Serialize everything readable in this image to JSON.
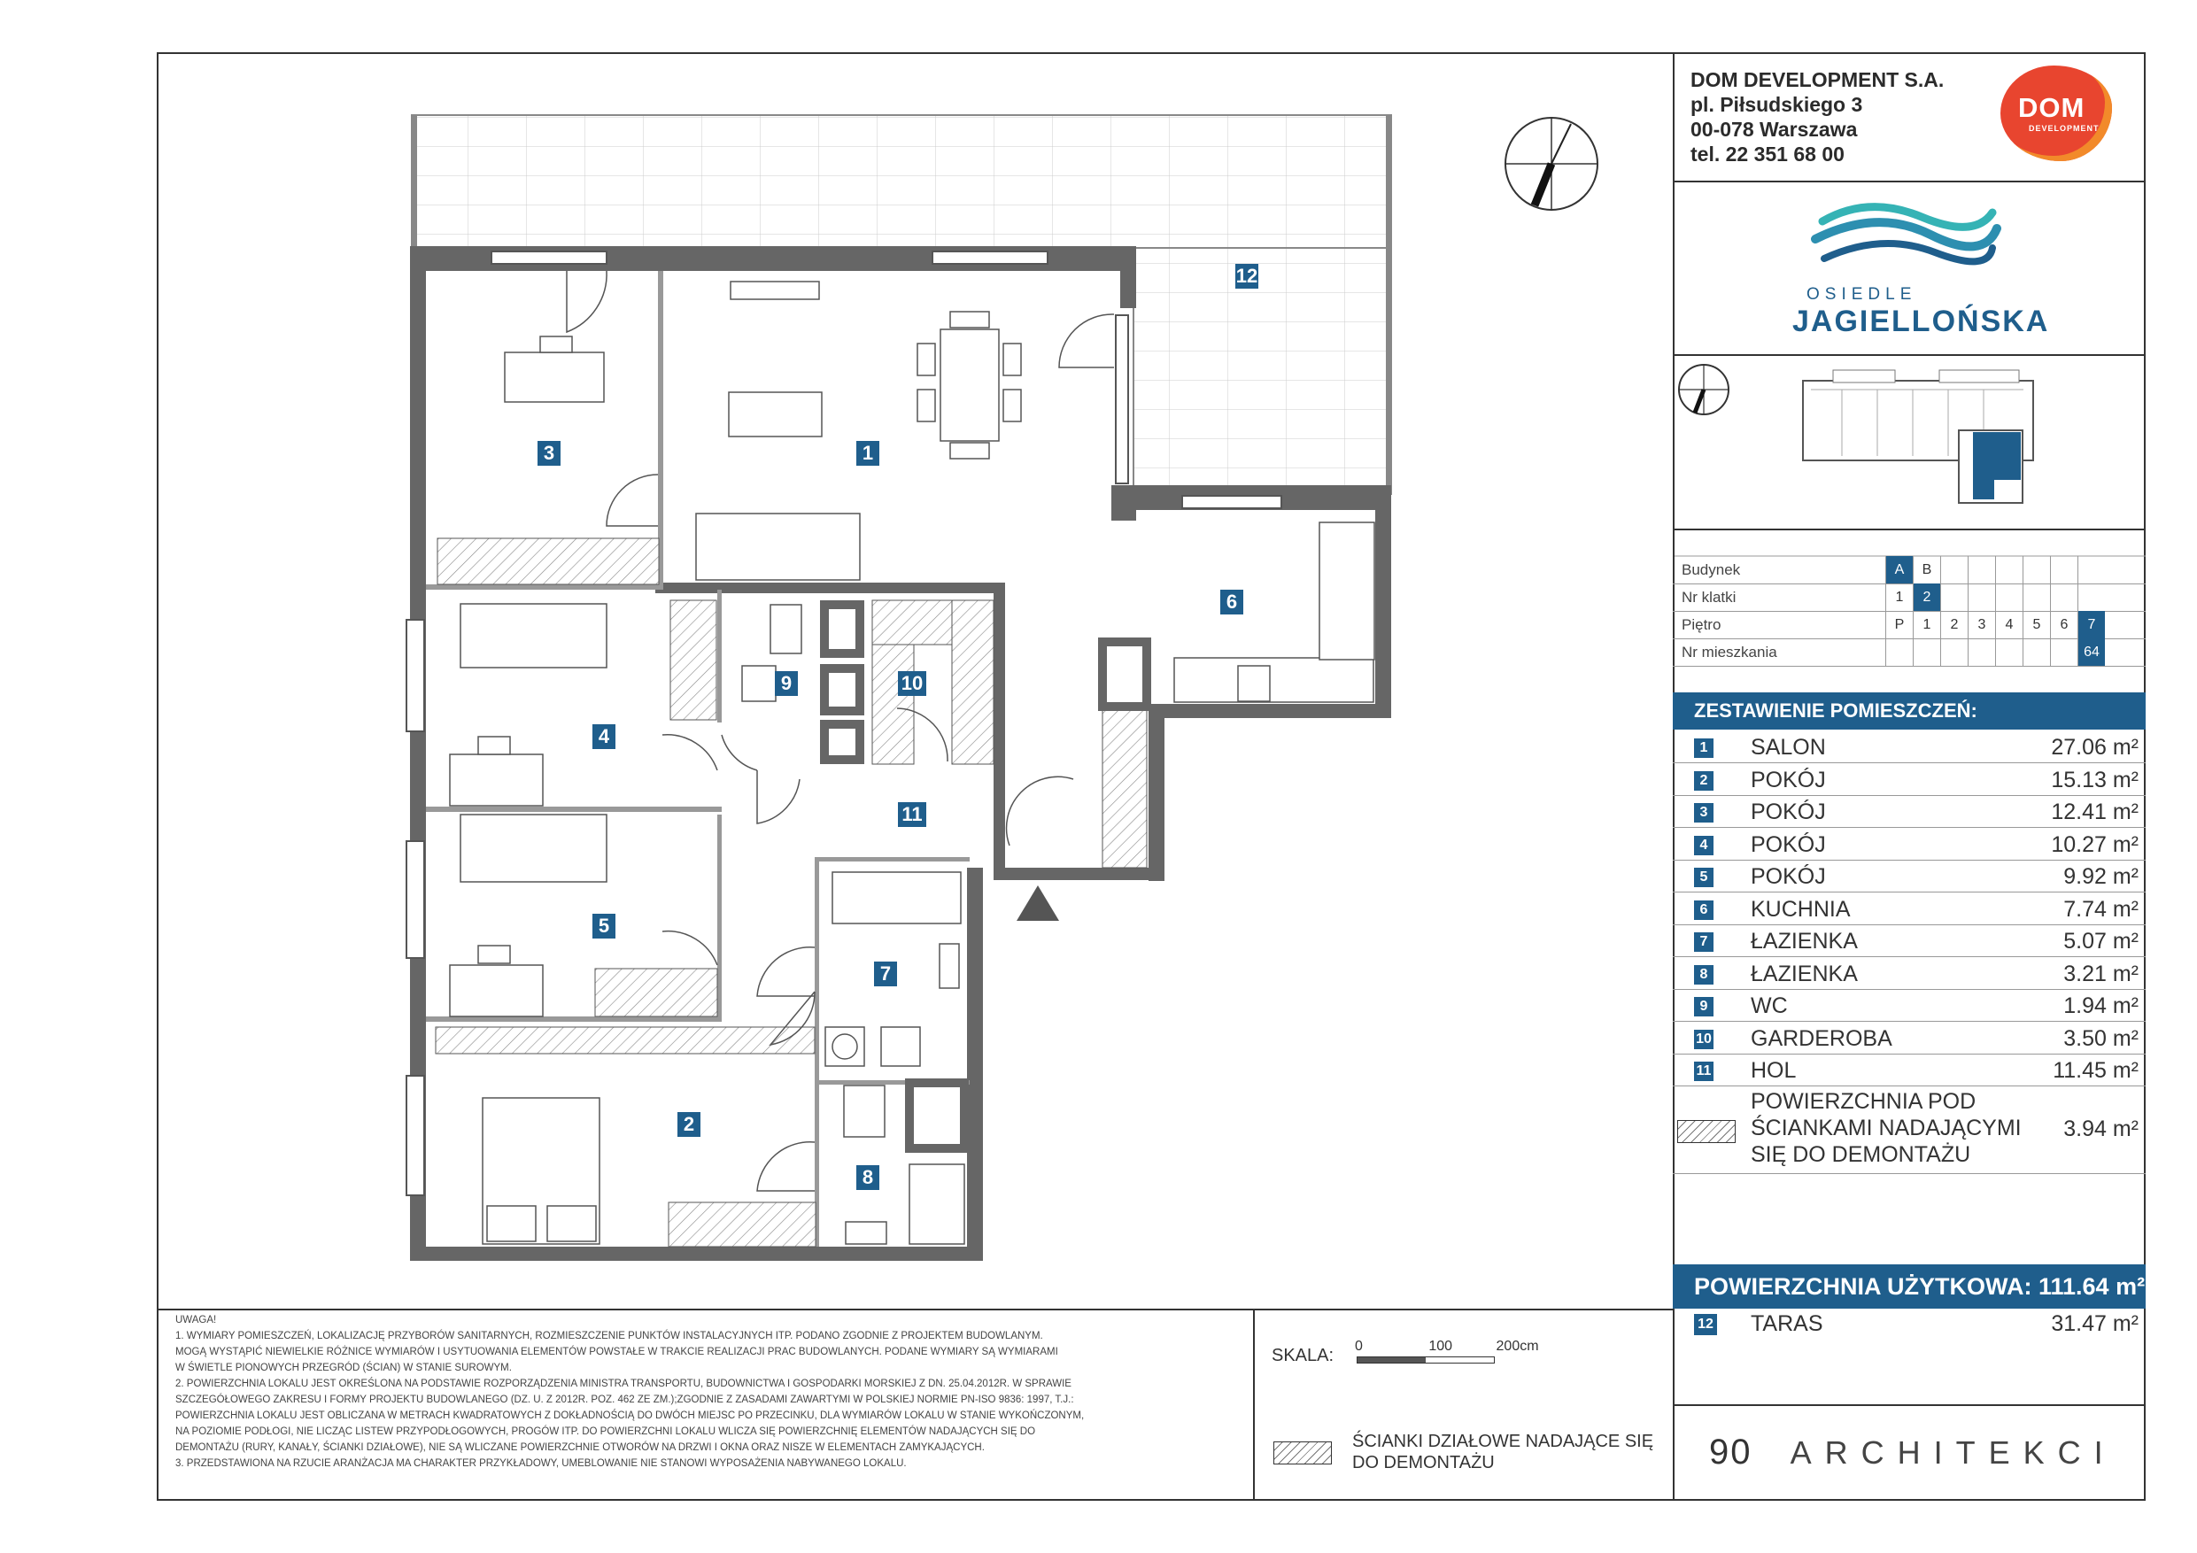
{
  "company": {
    "name": "DOM DEVELOPMENT S.A.",
    "address1": "pl. Piłsudskiego 3",
    "address2": "00-078 Warszawa",
    "phone": "tel. 22 351 68 00",
    "logo_text": "DOM",
    "logo_sub": "DEVELOPMENT"
  },
  "project": {
    "prefix": "OSIEDLE",
    "name": "JAGIELLOŃSKA"
  },
  "info": {
    "budynek_label": "Budynek",
    "budynek_values": [
      "A",
      "B"
    ],
    "budynek_active": "A",
    "klatka_label": "Nr klatki",
    "klatka_values": [
      "1",
      "2"
    ],
    "klatka_active": "2",
    "pietro_label": "Piętro",
    "pietro_values": [
      "P",
      "1",
      "2",
      "3",
      "4",
      "5",
      "6",
      "7"
    ],
    "pietro_active": "7",
    "mieszkanie_label": "Nr mieszkania",
    "mieszkanie_value": "64"
  },
  "rooms_title": "ZESTAWIENIE POMIESZCZEŃ:",
  "rooms": [
    {
      "num": "1",
      "name": "SALON",
      "area": "27.06 m²"
    },
    {
      "num": "2",
      "name": "POKÓJ",
      "area": "15.13 m²"
    },
    {
      "num": "3",
      "name": "POKÓJ",
      "area": "12.41 m²"
    },
    {
      "num": "4",
      "name": "POKÓJ",
      "area": "10.27 m²"
    },
    {
      "num": "5",
      "name": "POKÓJ",
      "area": "9.92 m²"
    },
    {
      "num": "6",
      "name": "KUCHNIA",
      "area": "7.74 m²"
    },
    {
      "num": "7",
      "name": "ŁAZIENKA",
      "area": "5.07 m²"
    },
    {
      "num": "8",
      "name": "ŁAZIENKA",
      "area": "3.21 m²"
    },
    {
      "num": "9",
      "name": "WC",
      "area": "1.94 m²"
    },
    {
      "num": "10",
      "name": "GARDEROBA",
      "area": "3.50 m²"
    },
    {
      "num": "11",
      "name": "HOL",
      "area": "11.45 m²"
    }
  ],
  "demolition": {
    "line1": "POWIERZCHNIA POD",
    "line2": "ŚCIANKAMI NADAJĄCYMI",
    "line3": "SIĘ DO DEMONTAŻU",
    "area": "3.94 m²"
  },
  "total": "POWIERZCHNIA UŻYTKOWA:  111.64 m²",
  "terrace": {
    "num": "12",
    "name": "TARAS",
    "area": "31.47 m²"
  },
  "architect": {
    "num": "90",
    "word": "ARCHITEKCI"
  },
  "scale": {
    "label": "SKALA:",
    "t0": "0",
    "t1": "100",
    "t2": "200cm"
  },
  "legend": {
    "line1": "ŚCIANKI DZIAŁOWE NADAJĄCE SIĘ",
    "line2": "DO DEMONTAŻU"
  },
  "notes": [
    "UWAGA!",
    "1.   WYMIARY POMIESZCZEŃ, LOKALIZACJĘ PRZYBORÓW SANITARNYCH, ROZMIESZCZENIE PUNKTÓW INSTALACYJNYCH ITP. PODANO ZGODNIE Z PROJEKTEM BUDOWLANYM.",
    "      MOGĄ WYSTĄPIĆ NIEWIELKIE RÓŻNICE WYMIARÓW I USYTUOWANIA ELEMENTÓW POWSTAŁE W TRAKCIE REALIZACJI PRAC BUDOWLANYCH. PODANE WYMIARY SĄ WYMIARAMI",
    "      W ŚWIETLE PIONOWYCH PRZEGRÓD (ŚCIAN) W STANIE SUROWYM.",
    "2.   POWIERZCHNIA LOKALU JEST OKREŚLONA NA PODSTAWIE ROZPORZĄDZENIA MINISTRA TRANSPORTU, BUDOWNICTWA I GOSPODARKI MORSKIEJ Z DN. 25.04.2012R. W SPRAWIE",
    "      SZCZEGÓŁOWEGO ZAKRESU I FORMY PROJEKTU BUDOWLANEGO (DZ. U. Z 2012R. POZ. 462 ZE ZM.);ZGODNIE Z ZASADAMI ZAWARTYMI W POLSKIEJ NORMIE PN-ISO 9836: 1997, T.J.:",
    "      POWIERZCHNIA LOKALU JEST OBLICZANA W METRACH KWADRATOWYCH Z DOKŁADNOŚCIĄ DO DWÓCH MIEJSC PO PRZECINKU, DLA WYMIARÓW LOKALU W STANIE WYKOŃCZONYM,",
    "      NA POZIOMIE PODŁOGI, NIE LICZĄC LISTEW PRZYPODŁOGOWYCH, PROGÓW ITP. DO POWIERZCHNI LOKALU WLICZA SIĘ POWIERZCHNIĘ ELEMENTÓW NADAJĄCYCH SIĘ DO",
    "      DEMONTAŻU (RURY, KANAŁY, ŚCIANKI DZIAŁOWE), NIE SĄ WLICZANE POWIERZCHNIE OTWORÓW NA DRZWI I OKNA ORAZ NISZE W ELEMENTACH ZAMYKAJĄCYCH.",
    "3.   PRZEDSTAWIONA NA RZUCIE ARANŻACJA MA CHARAKTER PRZYKŁADOWY, UMEBLOWANIE NIE STANOWI WYPOSAŻENIA NABYWANEGO LOKALU."
  ],
  "colors": {
    "accent": "#1f5e8c",
    "wall": "#666666",
    "logo": "#e8452f"
  },
  "icons": [
    "compass-icon",
    "entrance-triangle-icon",
    "waves-logo-icon"
  ]
}
